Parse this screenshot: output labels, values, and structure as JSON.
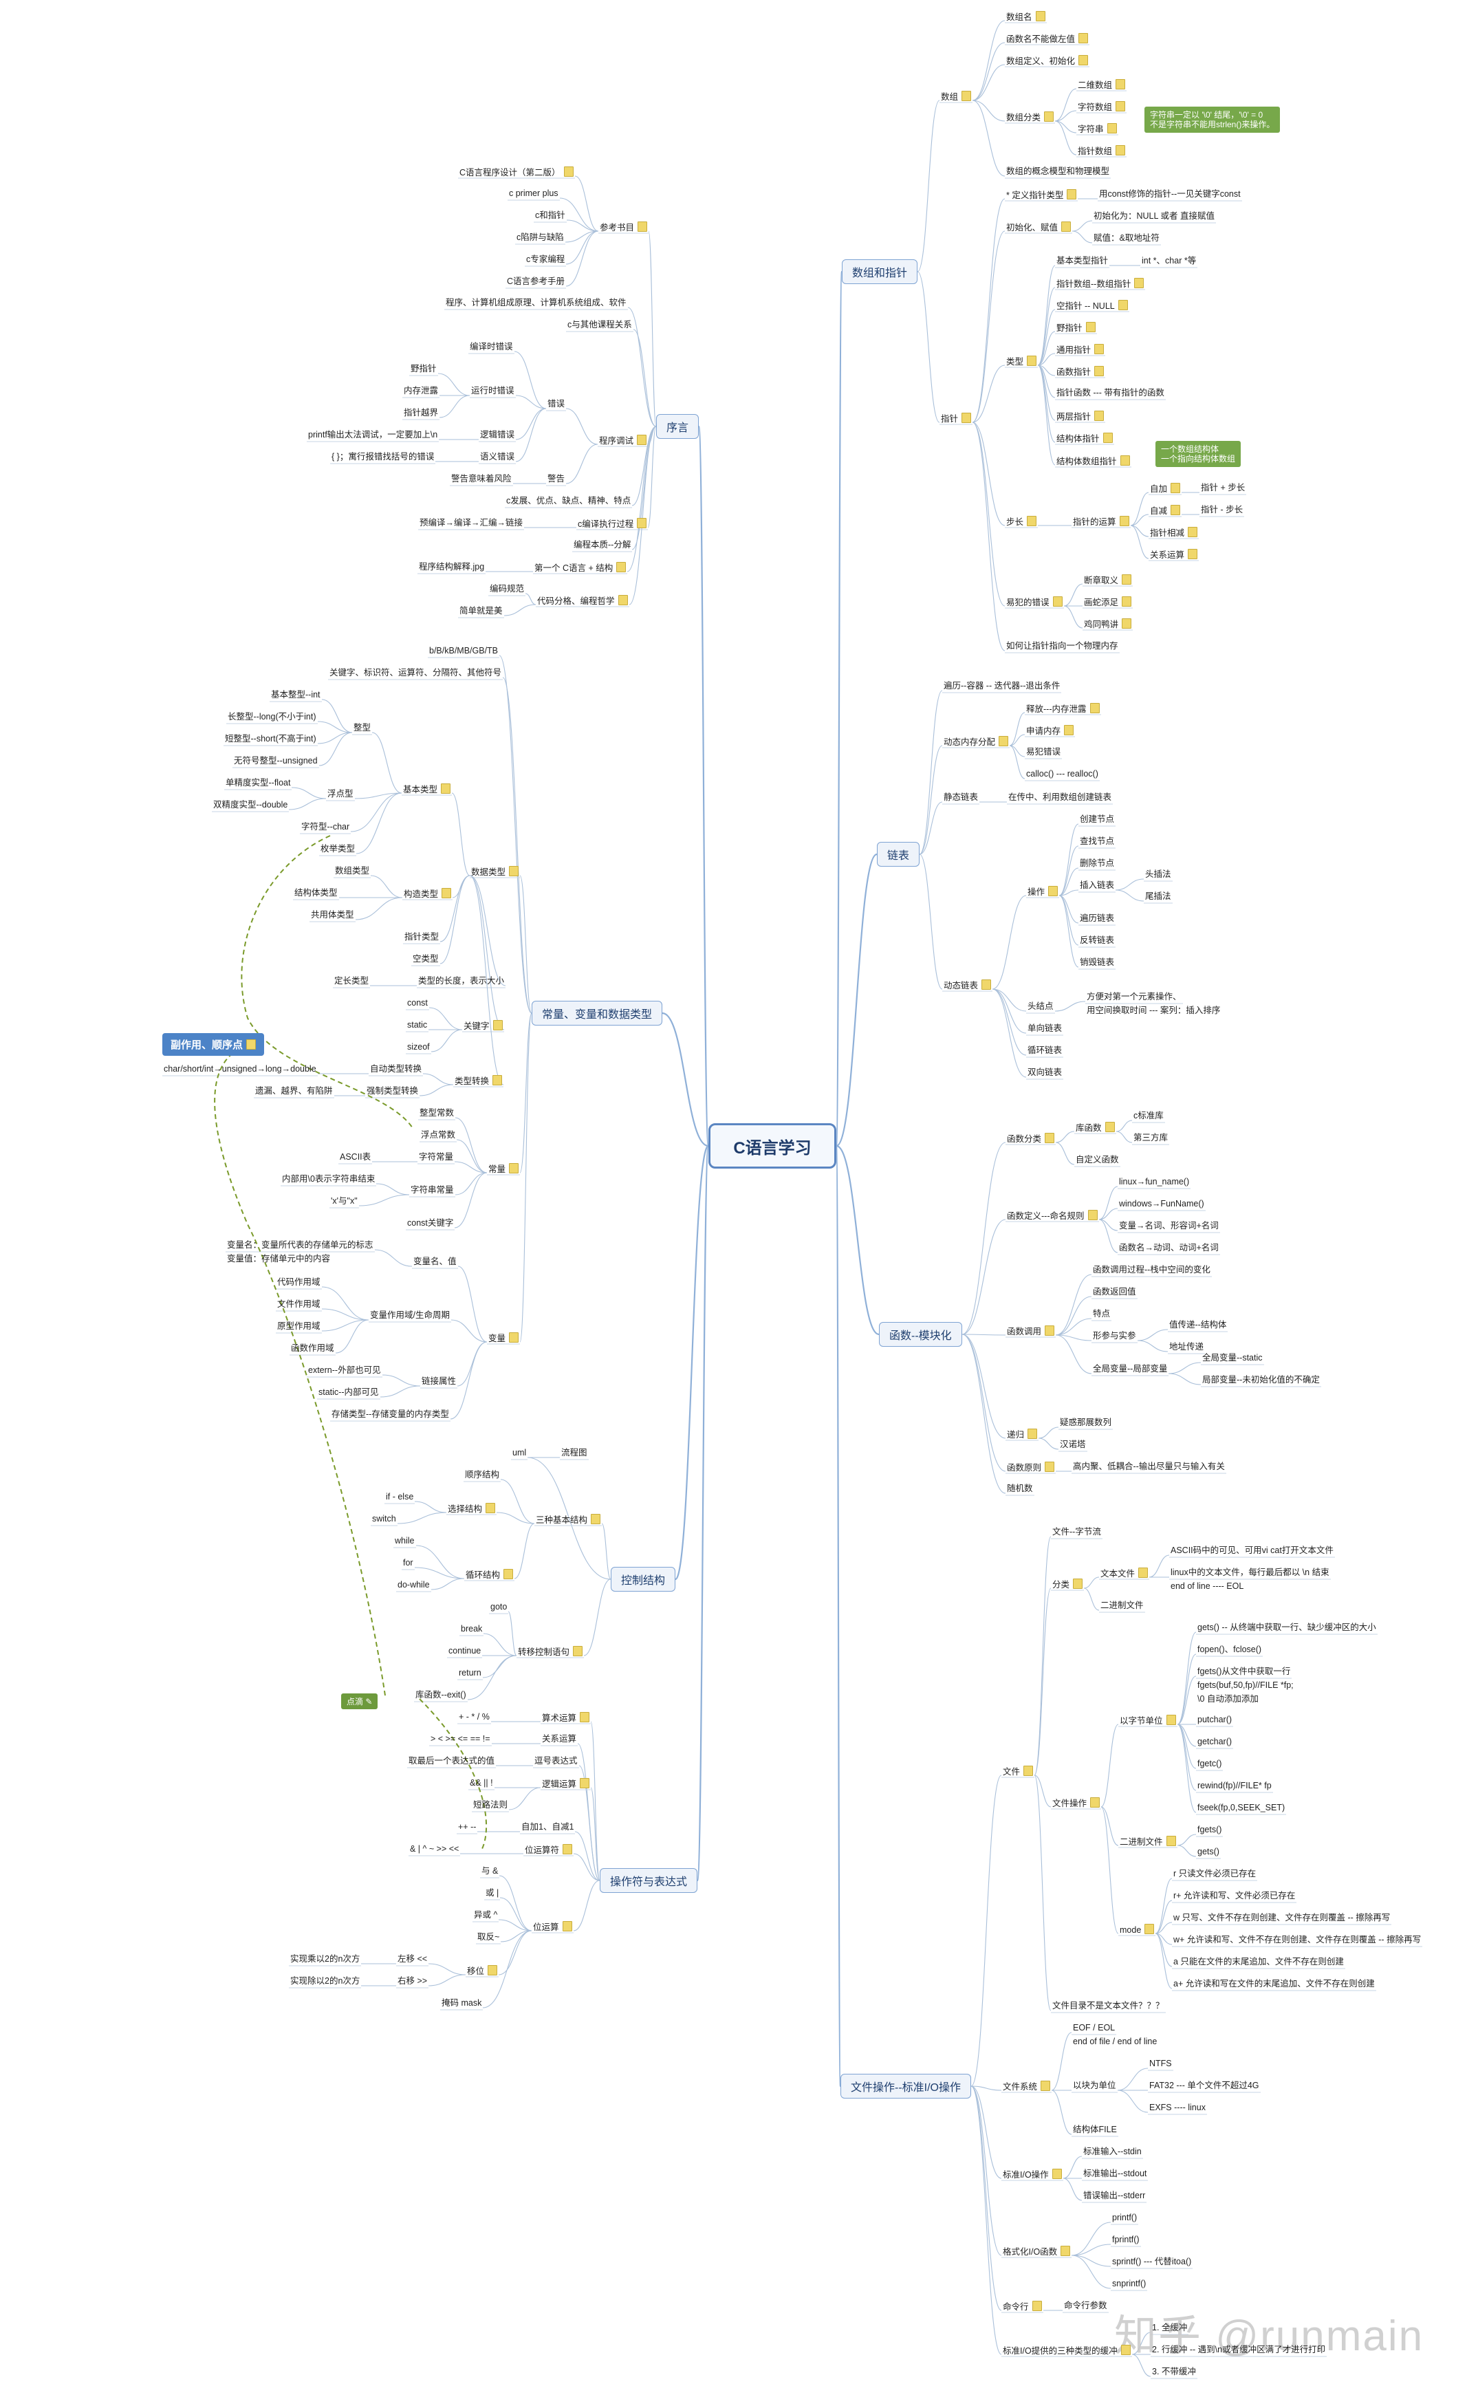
{
  "root": "C语言学习",
  "branches": {
    "preface": "序言",
    "arrays_pointers": "数组和指针",
    "linked_list": "链表",
    "constants_types": "常量、变量和数据类型",
    "functions": "函数--模块化",
    "control": "控制结构",
    "operators": "操作符与表达式",
    "file_io": "文件操作--标准I/O操作"
  },
  "tags": {
    "scope_order": "副作用、顺序点",
    "point": "点滴"
  },
  "callouts": {
    "string_note": "字符串一定以 '\\0' 结尾，'\\0' = 0\n不是字符串不能用strlen()来操作。",
    "struct_note": "一个数组结构体\n一个指向结构体数组"
  },
  "watermark": "知乎 @runmain",
  "nodes": {
    "n1": "数组名",
    "n2": "函数名不能做左值",
    "n3": "数组定义、初始化",
    "n4": "数组分类",
    "n5": "二维数组",
    "n6": "字符数组",
    "n7": "字符串",
    "n8": "指针数组",
    "n9": "数组的概念模型和物理模型",
    "n10": "数组",
    "n11": "* 定义指针类型",
    "n12": "用const修饰的指针--一见关键字const",
    "n13": "初始化、赋值",
    "n14": "初始化为：NULL 或者 直接赋值",
    "n15": "赋值：&取地址符",
    "n16": "类型",
    "n17": "基本类型指针",
    "n18": "int *、char *等",
    "n19": "指针数组--数组指针",
    "n20": "空指针 -- NULL",
    "n21": "野指针",
    "n22": "通用指针",
    "n23": "函数指针",
    "n24": "指针函数 --- 带有指针的函数",
    "n25": "两层指针",
    "n26": "结构体指针",
    "n27": "结构体数组指针",
    "n28": "指针",
    "n29": "步长",
    "n30": "指针的运算",
    "n31": "自加",
    "n32": "指针 + 步长",
    "n33": "自减",
    "n34": "指针 - 步长",
    "n35": "指针相减",
    "n36": "关系运算",
    "n37": "易犯的错误",
    "n38": "断章取义",
    "n39": "画蛇添足",
    "n40": "鸡同鸭讲",
    "n41": "如何让指针指向一个物理内存",
    "p1": "C语言程序设计（第二版）",
    "p2": "c primer plus",
    "p3": "c和指针",
    "p4": "c陷阱与缺陷",
    "p5": "c专家编程",
    "p6": "C语言参考手册",
    "p7": "参考书目",
    "p8": "程序、计算机组成原理、计算机系统组成、软件",
    "p9": "c与其他课程关系",
    "p10": "编译时错误",
    "p11": "野指针",
    "p12": "内存泄露",
    "p13": "指针越界",
    "p14": "运行时错误",
    "p15": "printf输出太法调试，一定要加上\\n",
    "p16": "逻辑错误",
    "p17": "{ }；寓行报错找括号的错误",
    "p18": "语义错误",
    "p19": "错误",
    "p20": "警告意味着风险",
    "p21": "警告",
    "p22": "程序调试",
    "p23": "c发展、优点、缺点、精神、特点",
    "p24": "预编译→编译→汇编→链接",
    "p25": "c编译执行过程",
    "p26": "编程本质--分解",
    "p27": "程序结构解释.jpg",
    "p28": "第一个 C语言 + 结构",
    "p29": "编码规范",
    "p30": "简单就是美",
    "p31": "代码分格、编程哲学",
    "c1": "b/B/kB/MB/GB/TB",
    "c2": "关键字、标识符、运算符、分隔符、其他符号",
    "c3": "基本整型--int",
    "c4": "长整型--long(不小于int)",
    "c5": "短整型--short(不高于int)",
    "c6": "无符号整型--unsigned",
    "c7": "整型",
    "c8": "单精度实型--float",
    "c9": "双精度实型--double",
    "c10": "浮点型",
    "c11": "字符型--char",
    "c12": "枚举类型",
    "c13": "基本类型",
    "c14": "数组类型",
    "c15": "结构体类型",
    "c16": "共用体类型",
    "c17": "构造类型",
    "c18": "指针类型",
    "c19": "空类型",
    "c20": "数据类型",
    "c21": "定长类型",
    "c22": "类型的长度，表示大小",
    "c23": "const",
    "c24": "static",
    "c25": "sizeof",
    "c26": "关键字",
    "c27": "char/short/int→unsigned→long→double",
    "c28": "自动类型转换",
    "c29": "遗漏、越界、有陷阱",
    "c30": "强制类型转换",
    "c31": "类型转换",
    "c32": "整型常数",
    "c33": "浮点常数",
    "c34": "ASCII表",
    "c35": "字符常量",
    "c36": "内部用\\0表示字符串结束",
    "c37": "'x'与\"x\"",
    "c38": "字符串常量",
    "c39": "const关键字",
    "c40": "常量",
    "c41": "变量名：变量所代表的存储单元的标志",
    "c42": "变量值：存储单元中的内容",
    "c43": "变量名、值",
    "c44": "代码作用域",
    "c45": "文件作用域",
    "c46": "原型作用域",
    "c47": "函数作用域",
    "c48": "变量作用域/生命周期",
    "c49": "extern--外部也可见",
    "c50": "static--内部可见",
    "c51": "链接属性",
    "c52": "存储类型--存储变量的内存类型",
    "c53": "变量",
    "l1": "遍历--容器 -- 迭代器--退出条件",
    "l2": "释放---内存泄露",
    "l3": "申请内存",
    "l4": "易犯错误",
    "l5": "calloc()  --- realloc()",
    "l6": "动态内存分配",
    "l7": "静态链表",
    "l8": "在传中、利用数组创建链表",
    "l9": "创建节点",
    "l10": "查找节点",
    "l11": "删除节点",
    "l12": "插入链表",
    "l13": "头插法",
    "l14": "尾插法",
    "l15": "遍历链表",
    "l16": "反转链表",
    "l17": "销毁链表",
    "l18": "操作",
    "l19": "头结点",
    "l20": "方便对第一个元素操作、",
    "l21": "用空间换取时间 --- 案列：插入排序",
    "l22": "单向链表",
    "l23": "循环链表",
    "l24": "双向链表",
    "l25": "动态链表",
    "f1": "函数分类",
    "f2": "库函数",
    "f3": "c标准库",
    "f4": "第三方库",
    "f5": "自定义函数",
    "f6": "函数定义---命名规则",
    "f7": "linux→fun_name()",
    "f8": "windows→FunName()",
    "f9": "变量→名词、形容词+名词",
    "f10": "函数名→动词、动词+名词",
    "f11": "函数调用过程--栈中空间的变化",
    "f12": "函数返回值",
    "f13": "特点",
    "f14": "形参与实参",
    "f15": "值传递--结构体",
    "f16": "地址传递",
    "f17": "函数调用",
    "f18": "全局变量--局部变量",
    "f19": "全局变量--static",
    "f20": "局部变量--未初始化值的不确定",
    "f21": "递归",
    "f22": "疑惑那展数列",
    "f23": "汉诺塔",
    "f24": "函数原则",
    "f25": "高内聚、低耦合--输出尽量只与输入有关",
    "f26": "随机数",
    "k1": "uml",
    "k2": "流程图",
    "k3": "顺序结构",
    "k4": "if - else",
    "k5": "switch",
    "k6": "选择结构",
    "k7": "while",
    "k8": "for",
    "k9": "do-while",
    "k10": "循环结构",
    "k11": "三种基本结构",
    "k12": "goto",
    "k13": "break",
    "k14": "continue",
    "k15": "return",
    "k16": "库函数--exit()",
    "k17": "转移控制语句",
    "o1": "+  -  *  /  %",
    "o2": "算术运算",
    "o3": ">  <  >=  <=  ==  !=",
    "o4": "关系运算",
    "o5": "取最后一个表达式的值",
    "o6": "逗号表达式",
    "o7": "&&  ||  !",
    "o8": "逻辑运算",
    "o9": "短路法则",
    "o10": "++  --",
    "o11": "自加1、自减1",
    "o12": "&  |  ^  ~  >>  <<",
    "o13": "位运算符",
    "o14": "与 &",
    "o15": "或 |",
    "o16": "异或 ^",
    "o17": "取反~",
    "o18": "位运算",
    "o19": "实现乘以2的n次方",
    "o20": "左移  <<",
    "o21": "实现除以2的n次方",
    "o22": "右移  >>",
    "o23": "移位",
    "o24": "掩码 mask",
    "x1": "文件--字节流",
    "x2": "分类",
    "x3": "ASCII码中的可见、可用vi cat打开文本文件",
    "x4": "文本文件",
    "x5": "linux中的文本文件，每行最后都以 \\n 结束",
    "x6": "end of line ---- EOL",
    "x7": "二进制文件",
    "x8": "文件",
    "x9": "gets() -- 从终端中获取一行、缺少缓冲区的大小",
    "x10": "fopen()、fclose()",
    "x11": "fgets()从文件中获取一行",
    "x12": "fgets(buf,50,fp)//FILE *fp;",
    "x13": "\\0 自动添加添加",
    "x14": "putchar()",
    "x15": "getchar()",
    "x16": "fgetc()",
    "x17": "rewind(fp)//FILE* fp",
    "x18": "fseek(fp,0,SEEK_SET)",
    "x19": "以字节单位",
    "x20": "fgets()",
    "x21": "gets()",
    "x22": "二进制文件",
    "x23": "文件操作",
    "x24": "r  只读文件必须已存在",
    "x25": "r+  允许读和写、文件必须已存在",
    "x26": "w  只写、文件不存在则创建、文件存在则覆盖 -- 擦除再写",
    "x27": "w+  允许读和写、文件不存在则创建、文件存在则覆盖 -- 擦除再写",
    "x28": "a  只能在文件的末尾追加、文件不存在则创建",
    "x29": "a+  允许读和写在文件的末尾追加、文件不存在则创建",
    "x30": "mode",
    "x31": "文件目录不是文本文件？？？",
    "x32": "EOF / EOL",
    "x33": "end of file / end of line",
    "x34": "NTFS",
    "x35": "FAT32 --- 单个文件不超过4G",
    "x36": "EXFS ---- linux",
    "x37": "以块为单位",
    "x38": "文件系统",
    "x39": "结构体FILE",
    "x40": "标准输入--stdin",
    "x41": "标准输出--stdout",
    "x42": "错误输出--stderr",
    "x43": "标准I/O操作",
    "x44": "printf()",
    "x45": "fprintf()",
    "x46": "sprintf() --- 代替itoa()",
    "x47": "snprintf()",
    "x48": "格式化I/O函数",
    "x49": "命令行",
    "x50": "命令行参数",
    "x51": "标准I/O提供的三种类型的缓冲",
    "x52": "1. 全缓冲",
    "x53": "2. 行缓冲 -- 遇到\\n或者缓冲区满了才进行打印",
    "x54": "3. 不带缓冲"
  }
}
